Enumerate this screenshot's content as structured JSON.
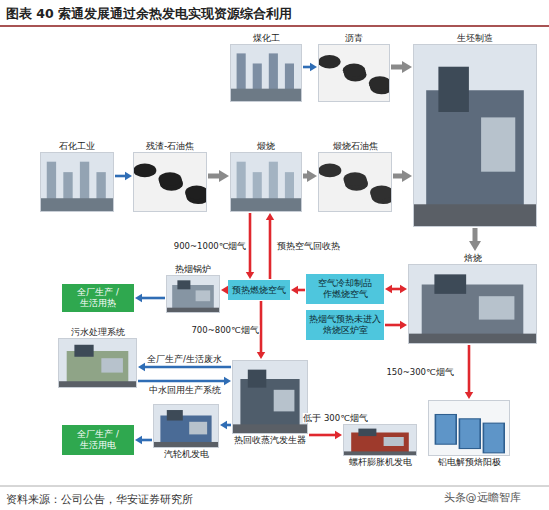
{
  "diagram": {
    "title": "图表 40 索通发展通过余热发电实现资源综合利用",
    "caption": "资料来源：公司公告，华安证券研究所",
    "nodes": [
      {
        "text": [
          "煤化工"
        ]
      },
      {
        "text": [
          "沥青"
        ]
      },
      {
        "text": [
          "生坯制造"
        ]
      },
      {
        "text": [
          "石化工业"
        ]
      },
      {
        "text": [
          "残渣-石油焦"
        ]
      },
      {
        "text": [
          "煅烧"
        ]
      },
      {
        "text": [
          "煅烧石油焦"
        ]
      },
      {
        "text": [
          "焙烧"
        ]
      },
      {
        "text": [
          "热烟锅炉"
        ]
      },
      {
        "text": [
          "预热燃烧空气"
        ]
      },
      {
        "text": [
          "空气冷却制品 作燃烧空气"
        ]
      },
      {
        "text": [
          "热烟气预热未进入 焙烧区炉室"
        ]
      },
      {
        "text": [
          "全厂生产 /生活用热"
        ]
      },
      {
        "text": [
          "污水处理系统"
        ]
      },
      {
        "text": [
          "热回收蒸汽发生器"
        ]
      },
      {
        "text": [
          "全厂生产 /生活用电"
        ]
      },
      {
        "text": [
          "汽轮机发电"
        ]
      },
      {
        "text": [
          "螺杆膨胀机发电"
        ]
      },
      {
        "text": [
          "铝电解预焙阳极"
        ]
      }
    ],
    "edges": [
      {
        "from": 0,
        "to": 1,
        "arrow": "to"
      },
      {
        "from": 1,
        "to": 2,
        "arrow": "to"
      },
      {
        "from": 3,
        "to": 4,
        "arrow": "to"
      },
      {
        "from": 4,
        "to": 5,
        "arrow": "to"
      },
      {
        "from": 5,
        "to": 6,
        "arrow": "to"
      },
      {
        "from": 6,
        "to": 2,
        "arrow": "to"
      },
      {
        "from": 2,
        "to": 7,
        "arrow": "to"
      },
      {
        "from": 5,
        "to": 9,
        "label": "900~1000℃烟气",
        "arrow": "to"
      },
      {
        "from": 9,
        "to": 5,
        "label": "预热空气回收热",
        "arrow": "to"
      },
      {
        "from": 10,
        "to": 9,
        "arrow": "to"
      },
      {
        "from": 9,
        "to": 8,
        "arrow": "to"
      },
      {
        "from": 8,
        "to": 12,
        "arrow": "to"
      },
      {
        "from": 7,
        "to": 10,
        "arrow": "both"
      },
      {
        "from": 11,
        "to": 7,
        "arrow": "to"
      },
      {
        "from": 9,
        "to": 14,
        "label": "700~800℃烟气",
        "arrow": "to"
      },
      {
        "from": 14,
        "to": 13,
        "label": "全厂生产/生活废水",
        "arrow": "to"
      },
      {
        "from": 13,
        "to": 14,
        "label": "中水回用生产系统",
        "arrow": "to"
      },
      {
        "from": 14,
        "to": 16,
        "arrow": "to"
      },
      {
        "from": 16,
        "to": 15,
        "arrow": "to"
      },
      {
        "from": 14,
        "to": 17,
        "label": "低于 300℃烟气",
        "arrow": "to"
      },
      {
        "from": 7,
        "to": 18,
        "arrow": "to"
      }
    ],
    "labels": [
      "150~300℃烟气",
      "头条@远瞻智库"
    ]
  }
}
